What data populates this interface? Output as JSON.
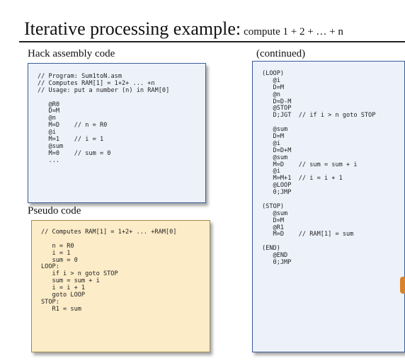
{
  "title": {
    "main": "Iterative processing example:",
    "sub": "compute 1 + 2 + … + n"
  },
  "left_top": {
    "label": "Hack assembly code",
    "lines": [
      "// Program: Sum1toN.asm",
      "// Computes RAM[1] = 1+2+ ... +n",
      "// Usage: put a number (n) in RAM[0]",
      "",
      "   @R0",
      "   D=M",
      "   @n",
      "   M=D    // n = R0",
      "   @i",
      "   M=1    // i = 1",
      "   @sum",
      "   M=0    // sum = 0",
      "   ..."
    ]
  },
  "left_bottom": {
    "label": "Pseudo code",
    "lines": [
      "// Computes RAM[1] = 1+2+ ... +RAM[0]",
      "",
      "   n = R0",
      "   i = 1",
      "   sum = 0",
      "LOOP:",
      "   if i > n goto STOP",
      "   sum = sum + i",
      "   i = i + 1",
      "   goto LOOP",
      "STOP:",
      "   R1 = sum"
    ]
  },
  "right": {
    "label": "(continued)",
    "lines": [
      "(LOOP)",
      "   @i",
      "   D=M",
      "   @n",
      "   D=D-M",
      "   @STOP",
      "   D;JGT  // if i > n goto STOP",
      "",
      "   @sum",
      "   D=M",
      "   @i",
      "   D=D+M",
      "   @sum",
      "   M=D    // sum = sum + i",
      "   @i",
      "   M=M+1  // i = i + 1",
      "   @LOOP",
      "   0;JMP",
      "",
      "(STOP)",
      "   @sum",
      "   D=M",
      "   @R1",
      "   M=D    // RAM[1] = sum",
      "",
      "(END)",
      "   @END",
      "   0;JMP"
    ]
  },
  "colors": {
    "blue_box": "#edf1fa",
    "blue_border": "#3a5a9a",
    "yellow_box": "#fcecc8",
    "accent_orange": "#d9822b"
  }
}
